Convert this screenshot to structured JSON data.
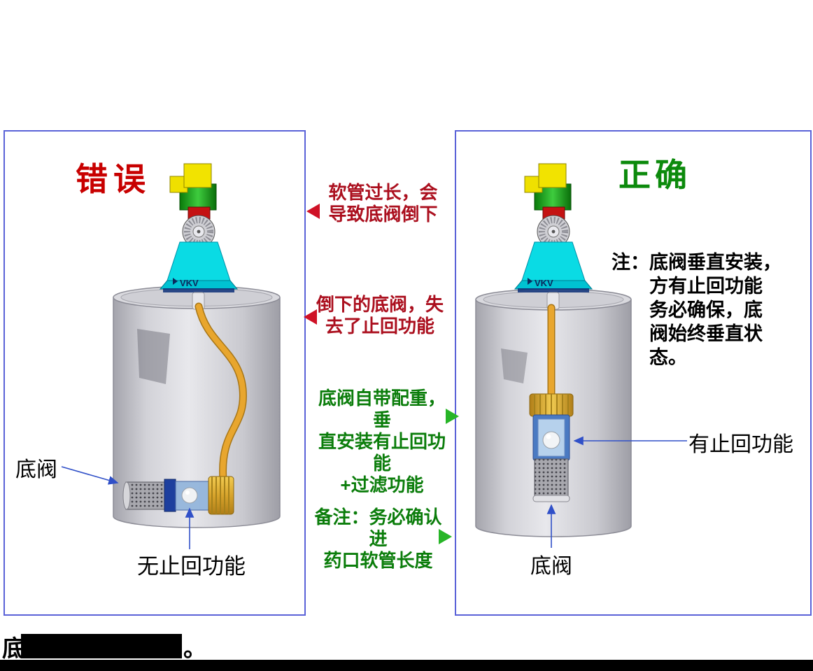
{
  "panels": {
    "wrong": {
      "title": "错误",
      "valve_label": "底阀",
      "caption": "无止回功能",
      "pump_brand": "VKV"
    },
    "correct": {
      "title": "正确",
      "note_line1": "注：底阀垂直安装，",
      "note_rest": "方有止回功能\n务必确保，底\n阀始终垂直状\n态。",
      "check_label": "有止回功能",
      "valve_label": "底阀",
      "pump_brand": "VKV"
    }
  },
  "annotations": [
    {
      "text": "软管过长，会\n导致底阀倒下",
      "color": "#ab0f1e",
      "arrow": "left-red"
    },
    {
      "text": "倒下的底阀，失\n去了止回功能",
      "color": "#ab0f1e",
      "arrow": "left-red"
    },
    {
      "text": "底阀自带配重，垂\n直安装有止回功能\n+过滤功能",
      "color": "#0b7d0b",
      "arrow": "right-green"
    },
    {
      "text": "备注：务必确认进\n药口软管长度",
      "color": "#0b7d0b",
      "arrow": "right-green"
    }
  ],
  "footer": {
    "prefix": "底",
    "suffix": "。"
  },
  "colors": {
    "wrong_title": "#c80000",
    "correct_title": "#0c8a0c",
    "red_annotation": "#ab0f1e",
    "green_annotation": "#0b7d0b",
    "panel_border": "#5a62d8",
    "hose_orange": "#e8a62e",
    "pointer_blue": "#3050c8"
  }
}
